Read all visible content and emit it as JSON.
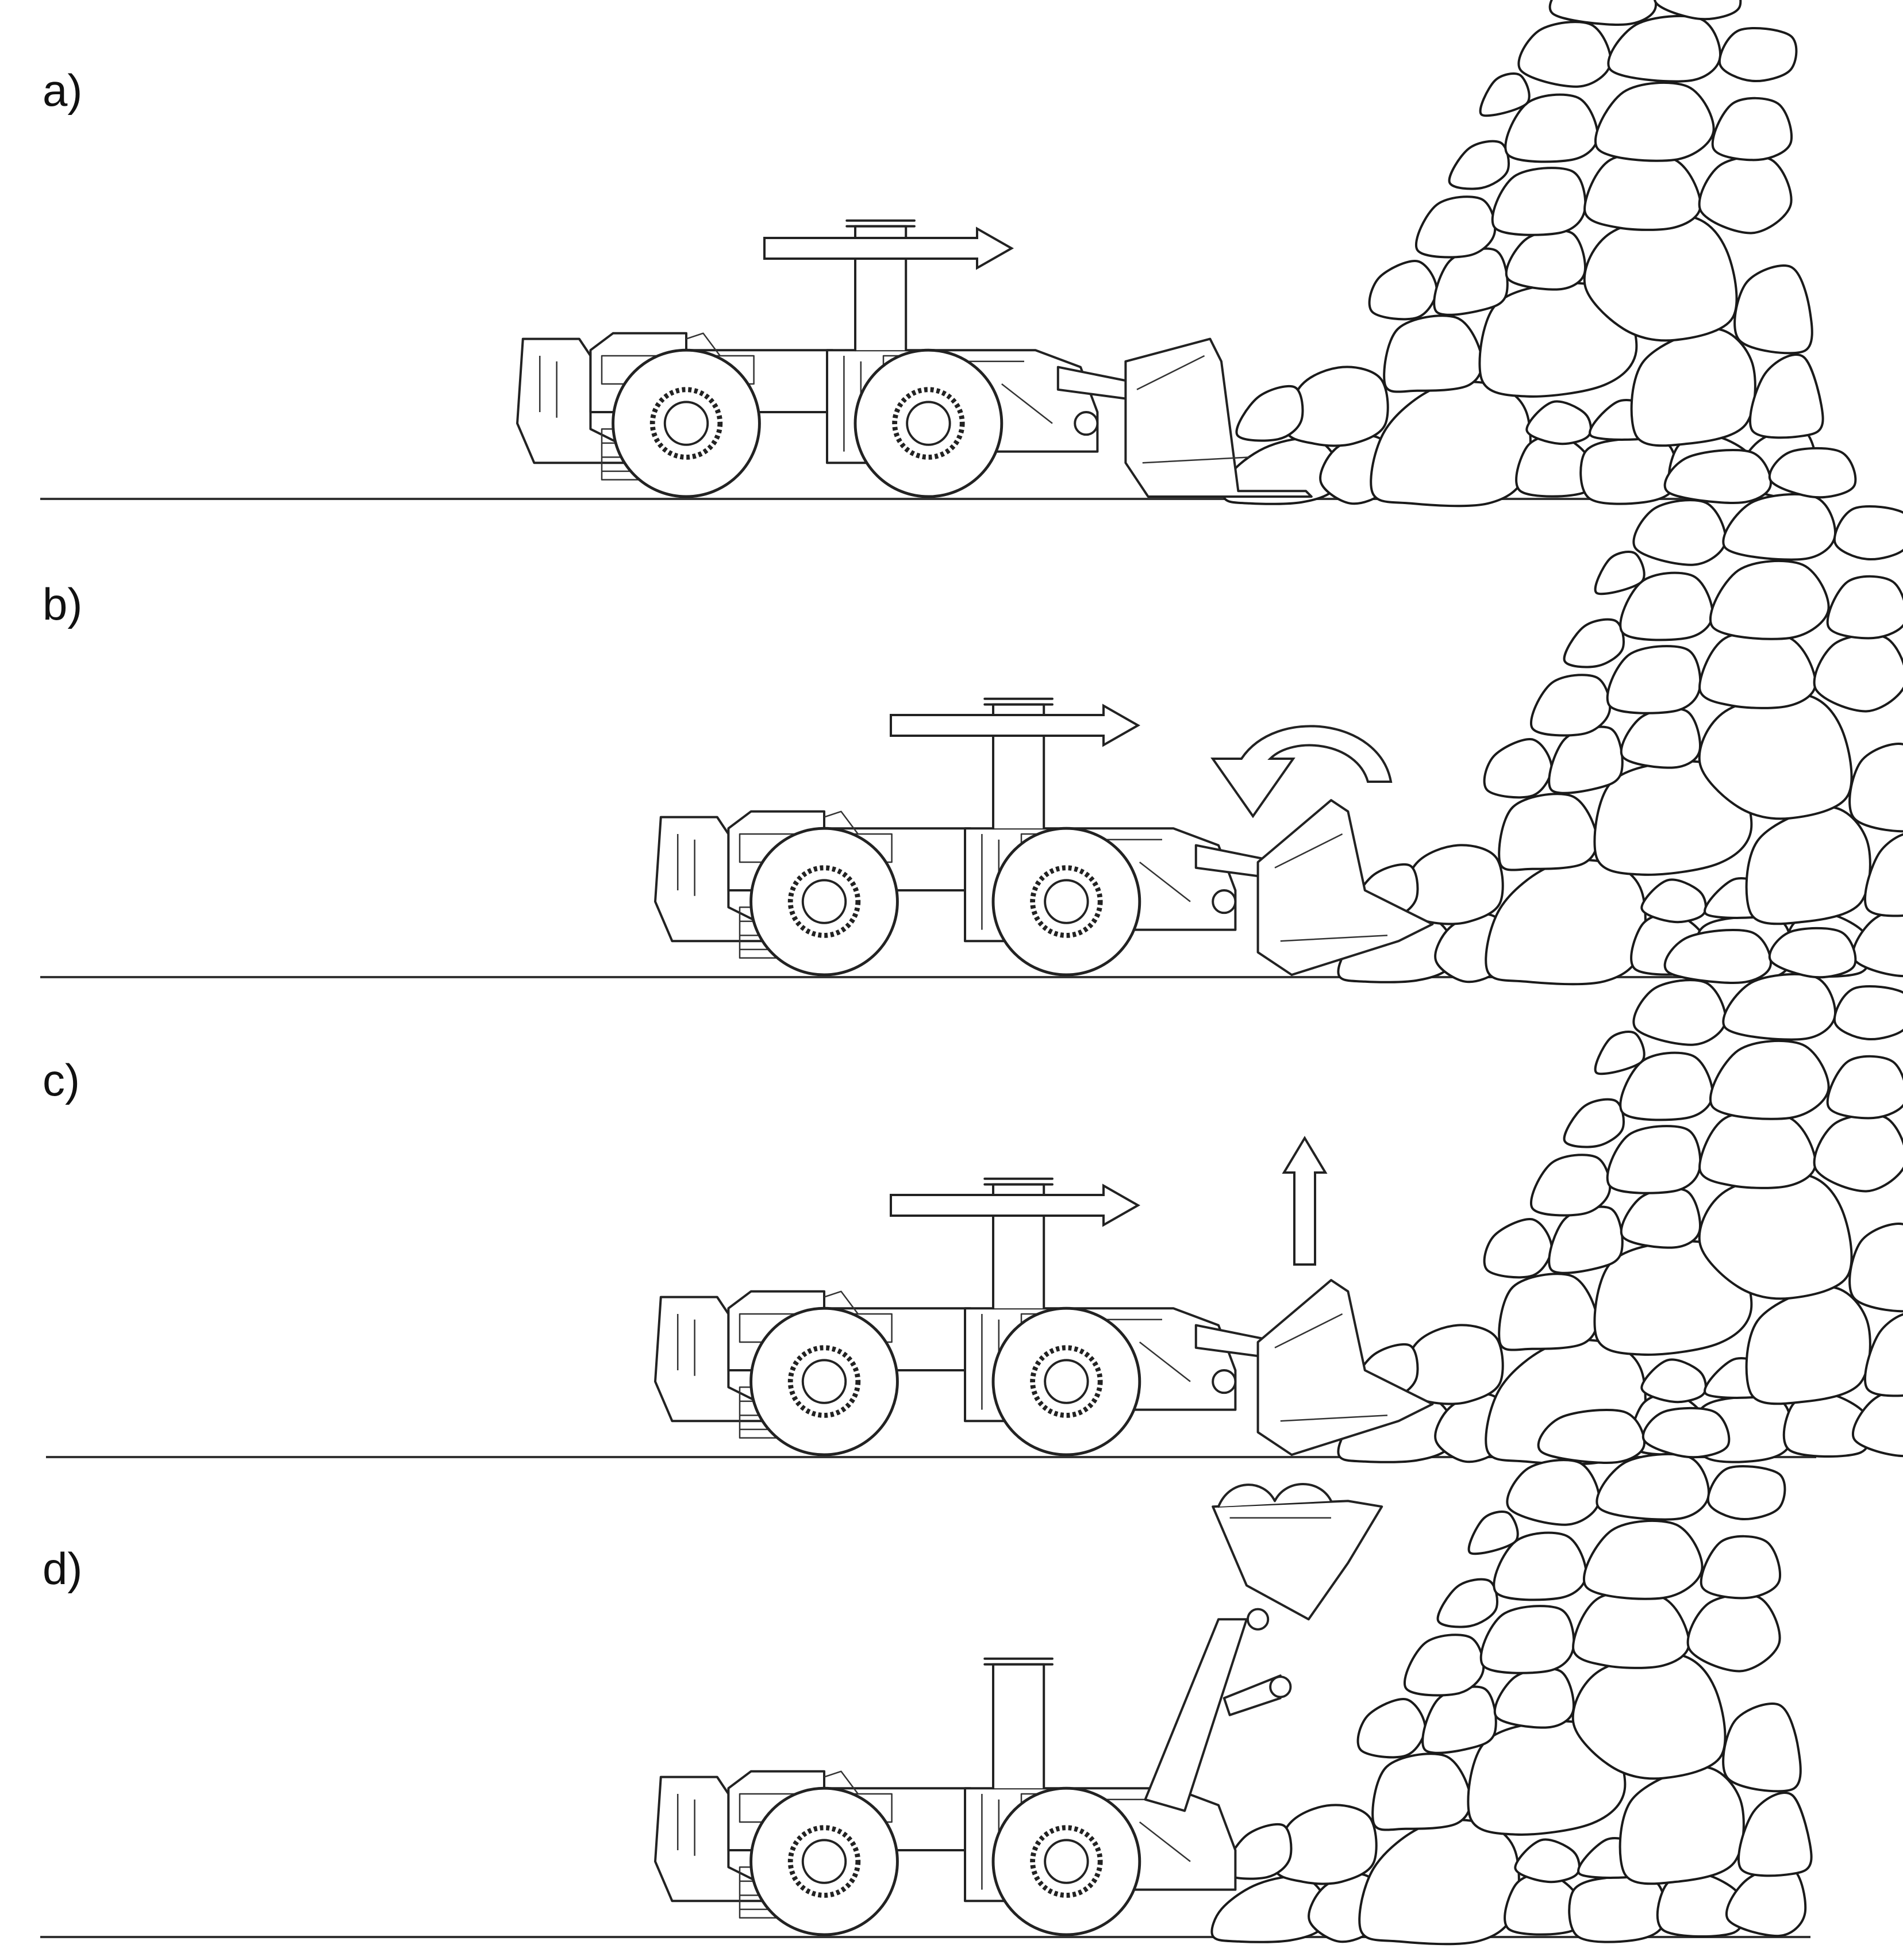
{
  "panels": [
    {
      "id": "a",
      "label": "a)",
      "motion": "forward",
      "bucket": "lowered-level",
      "extra_arrow": null
    },
    {
      "id": "b",
      "label": "b)",
      "motion": "forward",
      "bucket": "curling-into-pile",
      "extra_arrow": "rotate-icon"
    },
    {
      "id": "c",
      "label": "c)",
      "motion": "forward",
      "bucket": "in-pile",
      "extra_arrow": "up-arrow-icon"
    },
    {
      "id": "d",
      "label": "d)",
      "motion": null,
      "bucket": "raised-full",
      "extra_arrow": null
    }
  ],
  "colors": {
    "ink": "#222222",
    "background": "#ffffff"
  }
}
